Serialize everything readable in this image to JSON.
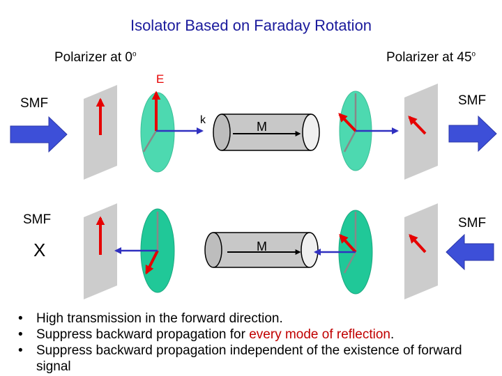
{
  "title": "Isolator Based on Faraday Rotation",
  "labels": {
    "polarizer_0_prefix": "Polarizer at 0",
    "polarizer_0_sup": "o",
    "polarizer_45_prefix": "Polarizer at 45",
    "polarizer_45_sup": "o",
    "e_field": "E",
    "k_vector": "k",
    "smf_top_left": "SMF",
    "smf_top_right": "SMF",
    "smf_bottom_left": "SMF",
    "smf_bottom_right": "SMF",
    "magnet_top": "M",
    "magnet_bottom": "M",
    "blocked": "X"
  },
  "bullets": [
    {
      "bullet": "•",
      "text": "High transmission in the forward direction."
    },
    {
      "bullet": "•",
      "pre": "Suppress backward propagation for ",
      "highlight": "every mode of reflection",
      "post": "."
    },
    {
      "bullet": "•",
      "text": "Suppress backward propagation independent of the existence of forward signal"
    }
  ],
  "colors": {
    "title": "#1a1a9c",
    "arrow_blue": "#3d4fd8",
    "polarizer_grey": "#cccccc",
    "disk_green": "#4dd9b0",
    "field_red": "#e60000",
    "axis_blue": "#3030c0",
    "magnet_grey": "#c8c8c8",
    "highlight": "#c00000"
  }
}
